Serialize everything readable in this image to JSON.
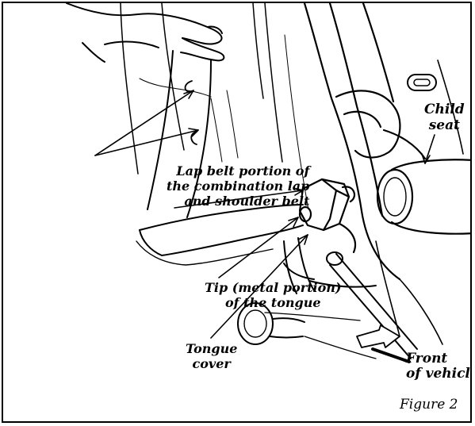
{
  "figure": {
    "caption": "Figure 2"
  },
  "labels": {
    "child_seat": [
      "Child",
      "seat"
    ],
    "lap_belt": [
      "Lap belt portion of",
      "the combination lap",
      "and shoulder belt"
    ],
    "tip": [
      "Tip (metal portion)",
      "of the tongue"
    ],
    "tongue_cover": [
      "Tongue",
      "cover"
    ],
    "front": [
      "Front",
      "of vehicle"
    ]
  },
  "colors": {
    "ink": "#000000",
    "paper": "#ffffff"
  }
}
